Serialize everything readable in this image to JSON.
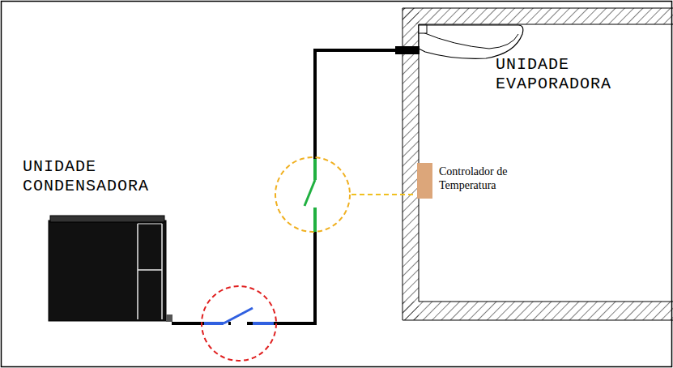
{
  "diagram": {
    "labels": [
      "UNIDADE CONDENSADORA",
      "UNIDADE EVAPORADORA",
      "Controlador de Temperatura"
    ]
  }
}
